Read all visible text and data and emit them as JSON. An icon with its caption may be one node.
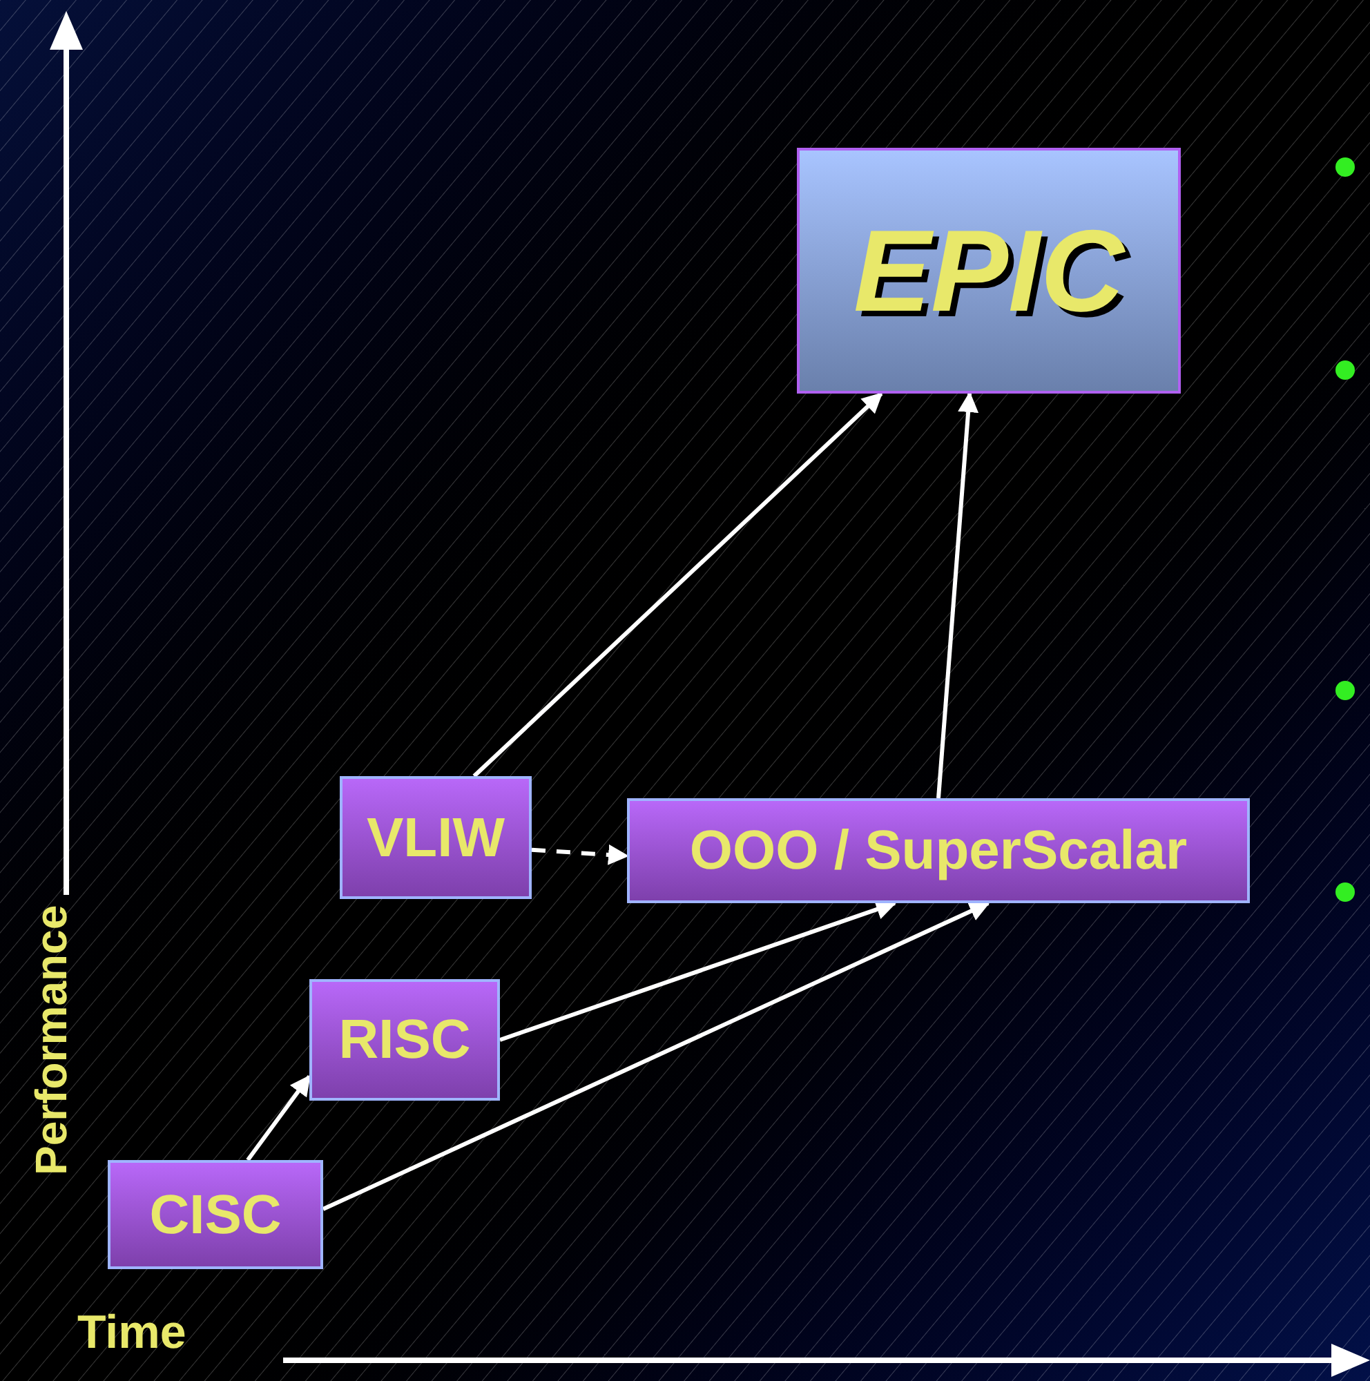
{
  "diagram": {
    "nodes": [
      {
        "text": [
          "EPIC"
        ]
      },
      {
        "text": [
          "VLIW"
        ]
      },
      {
        "text": [
          "OOO / SuperScalar"
        ]
      },
      {
        "text": [
          "RISC"
        ]
      },
      {
        "text": [
          "CISC"
        ]
      }
    ],
    "edges": [
      {
        "from": 1,
        "to": 0,
        "arrow": "to"
      },
      {
        "from": 2,
        "to": 0,
        "arrow": "to"
      },
      {
        "from": 1,
        "to": 2,
        "arrow": "to",
        "style": "dashed"
      },
      {
        "from": 3,
        "to": 2,
        "arrow": "to"
      },
      {
        "from": 4,
        "to": 2,
        "arrow": "to"
      },
      {
        "from": 4,
        "to": 3,
        "arrow": "to"
      }
    ],
    "labels": [
      "Performance",
      "Time"
    ]
  }
}
